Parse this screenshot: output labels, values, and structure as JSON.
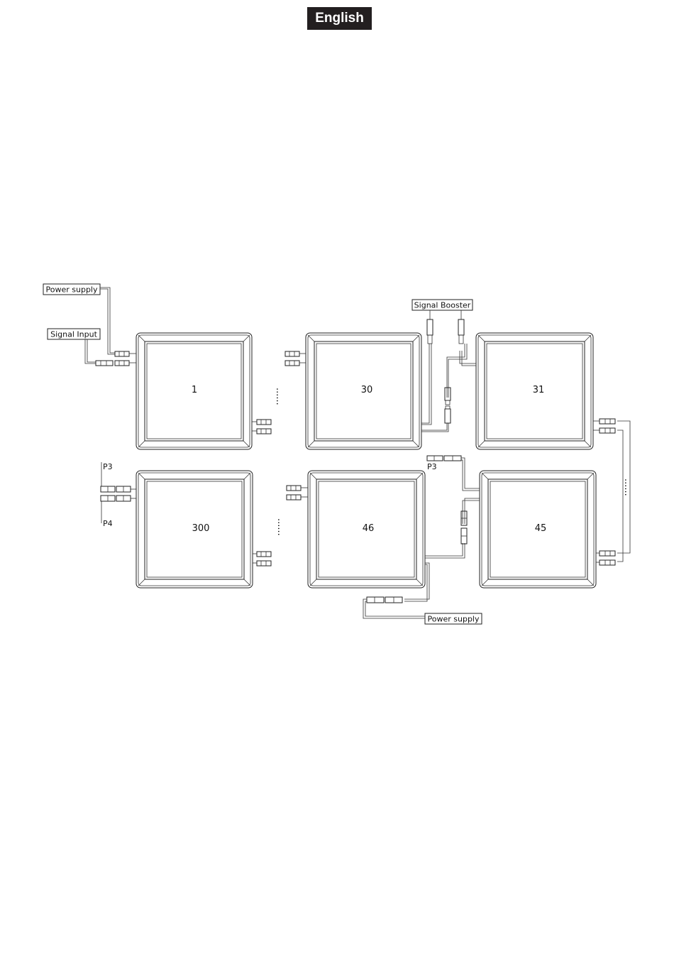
{
  "header": {
    "language": "English"
  },
  "diagram": {
    "labels": {
      "power_supply_top": "Power supply",
      "signal_input": "Signal Input",
      "signal_booster": "Signal Booster",
      "power_supply_bottom": "Power supply",
      "p3_left": "P3",
      "p4_left": "P4",
      "p3_right": "P3"
    },
    "panels": {
      "p1": "1",
      "p30": "30",
      "p31": "31",
      "p300": "300",
      "p46": "46",
      "p45": "45"
    },
    "ellipsis": "......"
  }
}
